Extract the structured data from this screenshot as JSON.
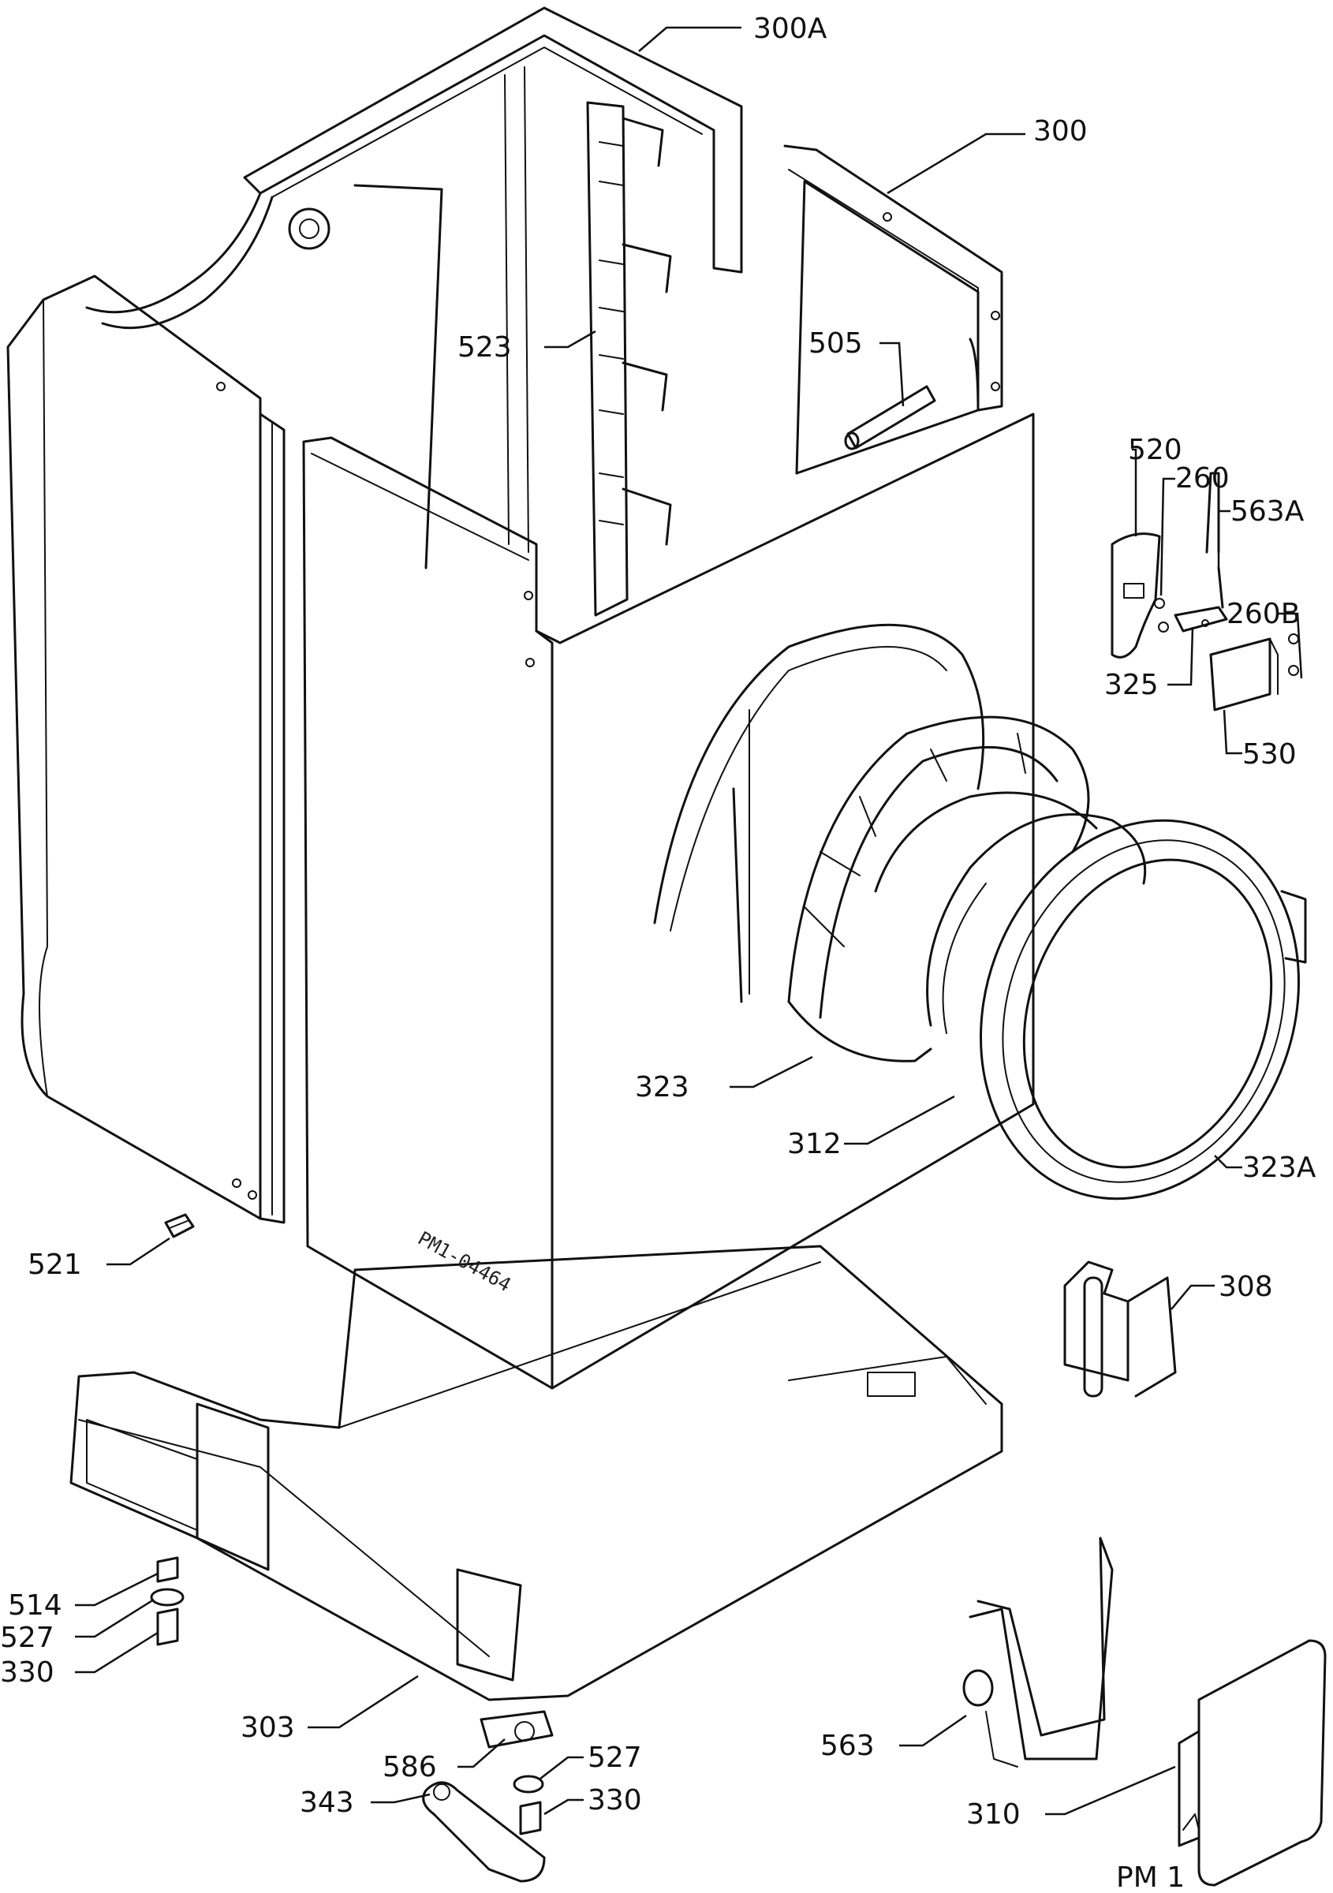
{
  "diagram": {
    "part_labels": {
      "p300a": "300A",
      "p300": "300",
      "p523": "523",
      "p505": "505",
      "p520": "520",
      "p260": "260",
      "p563a": "563A",
      "p260b": "260B",
      "p325": "325",
      "p530": "530",
      "p323": "323",
      "p312": "312",
      "p323a": "323A",
      "p521": "521",
      "p308": "308",
      "p514": "514",
      "p527a": "527",
      "p330a": "330",
      "p303": "303",
      "p586": "586",
      "p527b": "527",
      "p343": "343",
      "p330b": "330",
      "p563": "563",
      "p310": "310"
    },
    "sheet_code": "PM 1",
    "drawing_stamp": "PM1-04464"
  }
}
